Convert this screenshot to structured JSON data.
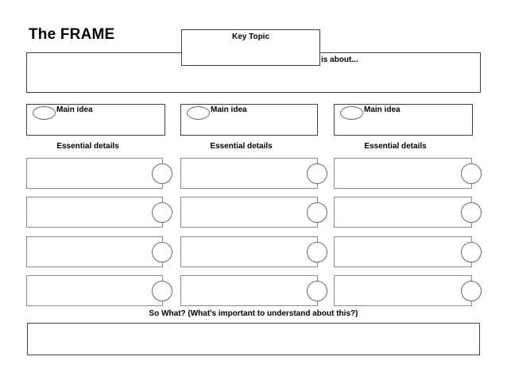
{
  "title": "The FRAME",
  "key_topic": {
    "label": "Key Topic"
  },
  "about": {
    "label": "is about..."
  },
  "columns": {
    "count": 3,
    "main_idea_label": "Main idea",
    "essential_details_label": "Essential details",
    "detail_rows": 4
  },
  "so_what": {
    "label": "So What? (What's important to understand about this?)"
  },
  "colors": {
    "background": "#ffffff",
    "text": "#000000",
    "primary_border": "#404040",
    "detail_border": "#8a8a8a",
    "shape_border": "#6b6b6b"
  }
}
